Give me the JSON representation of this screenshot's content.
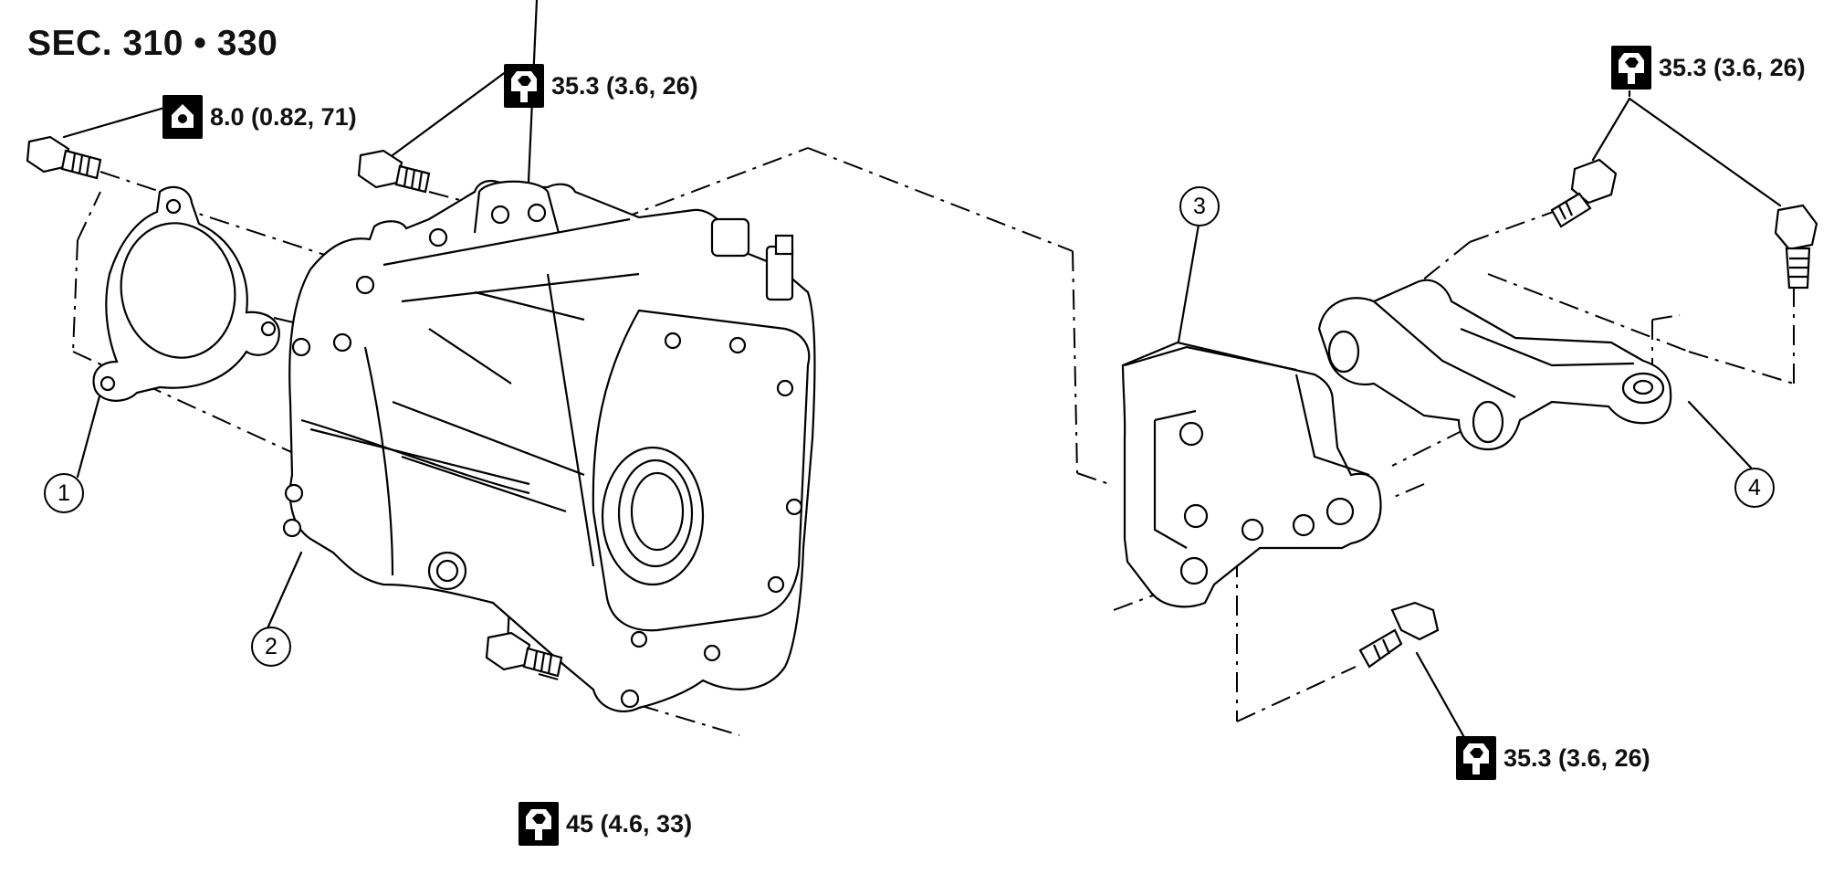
{
  "section_title": "SEC. 310 • 330",
  "torque_labels": {
    "t_top_left": "8.0 (0.82, 71)",
    "t_top_center": "35.3 (3.6, 26)",
    "t_top_right": "35.3 (3.6, 26)",
    "t_bottom_center": "45 (4.6, 33)",
    "t_bottom_right": "35.3 (3.6, 26)"
  },
  "callouts": {
    "c1": "1",
    "c2": "2",
    "c3": "3",
    "c4": "4"
  },
  "icons": {
    "torque": "tightening-torque-wrench-icon",
    "torque_special": "tightening-torque-socket-icon"
  }
}
